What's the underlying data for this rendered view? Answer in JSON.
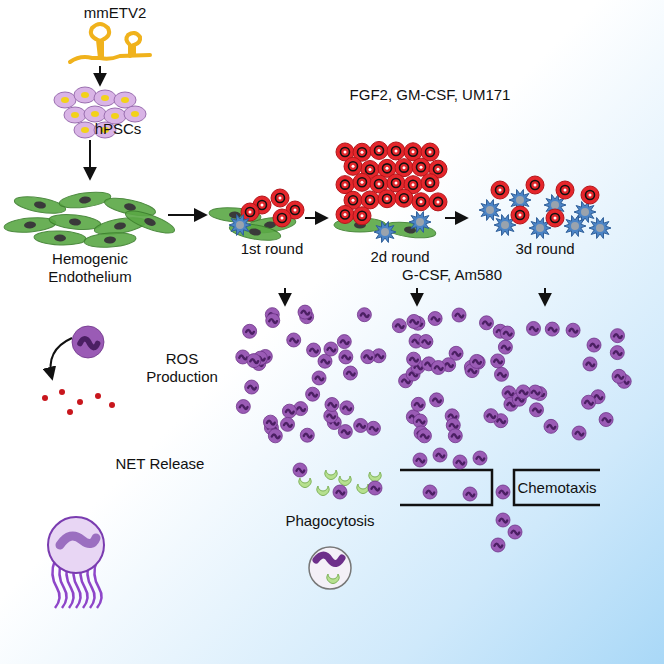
{
  "diagram": {
    "labels": [
      "mmETV2",
      "hPSCs",
      "Hemogenic Endothelium",
      "FGF2, GM-CSF, UM171",
      "1st round",
      "2d round",
      "3d round",
      "G-CSF, Am580",
      "ROS Production",
      "NET Release",
      "Phagocytosis",
      "Chemotaxis"
    ]
  }
}
